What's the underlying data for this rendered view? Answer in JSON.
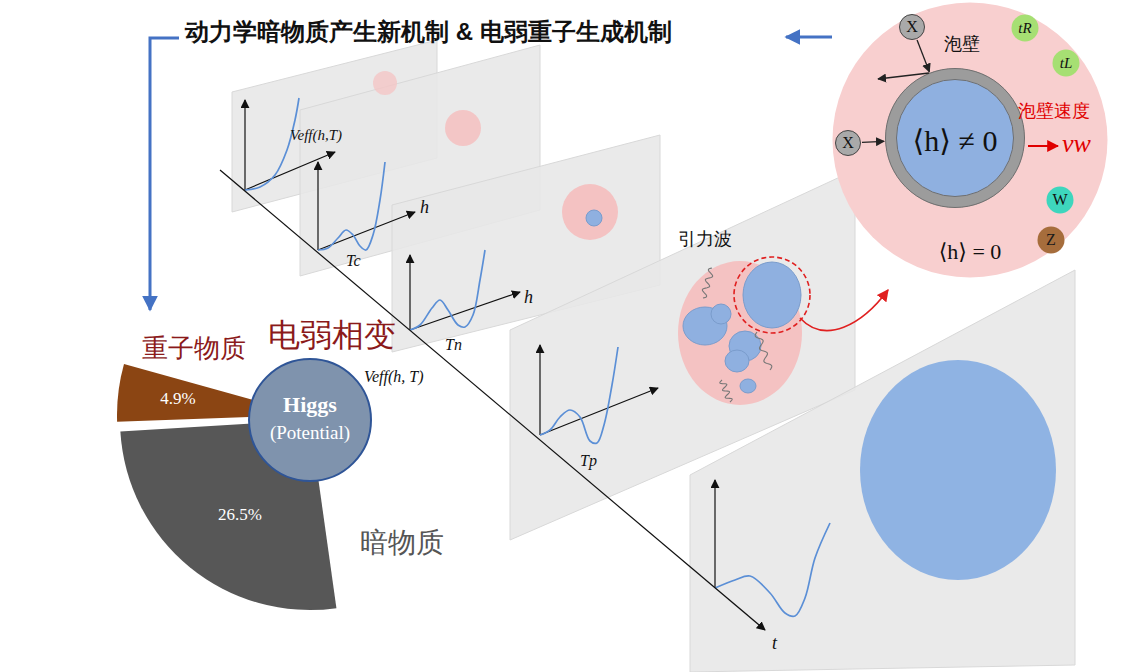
{
  "diagram": {
    "nodes": [
      {
        "text": [
          "⟨h⟩ = 0"
        ]
      },
      {
        "text": [
          "X"
        ],
        "in": 0
      },
      {
        "text": [
          "tR"
        ],
        "in": 0
      },
      {
        "text": [
          "tL"
        ],
        "in": 0
      },
      {
        "text": [
          "泡壁",
          "⟨h⟩ ≠ 0"
        ],
        "in": 0
      },
      {
        "text": [
          "X"
        ],
        "in": 0
      },
      {
        "text": [
          "W"
        ],
        "in": 0
      },
      {
        "text": [
          "Z"
        ],
        "in": 0
      },
      {
        "text": [
          "4.9%"
        ]
      },
      {
        "text": [
          "26.5%"
        ]
      },
      {
        "text": [
          "Higgs",
          "(Potential)"
        ]
      }
    ],
    "edges": [
      {
        "from": 1,
        "to": 4,
        "arrow": "to"
      },
      {
        "from": 5,
        "to": 4,
        "arrow": "to"
      }
    ],
    "labels": [
      "动力学暗物质产生新机制 & 电弱重子生成机制",
      "Veff(h,T)",
      "h",
      "Tc",
      "泡壁速度",
      "vw",
      "h",
      "电弱相变",
      "Tn",
      "Veff(h, T)",
      "引力波",
      "重子物质",
      "Tp",
      "暗物质",
      "t"
    ]
  }
}
